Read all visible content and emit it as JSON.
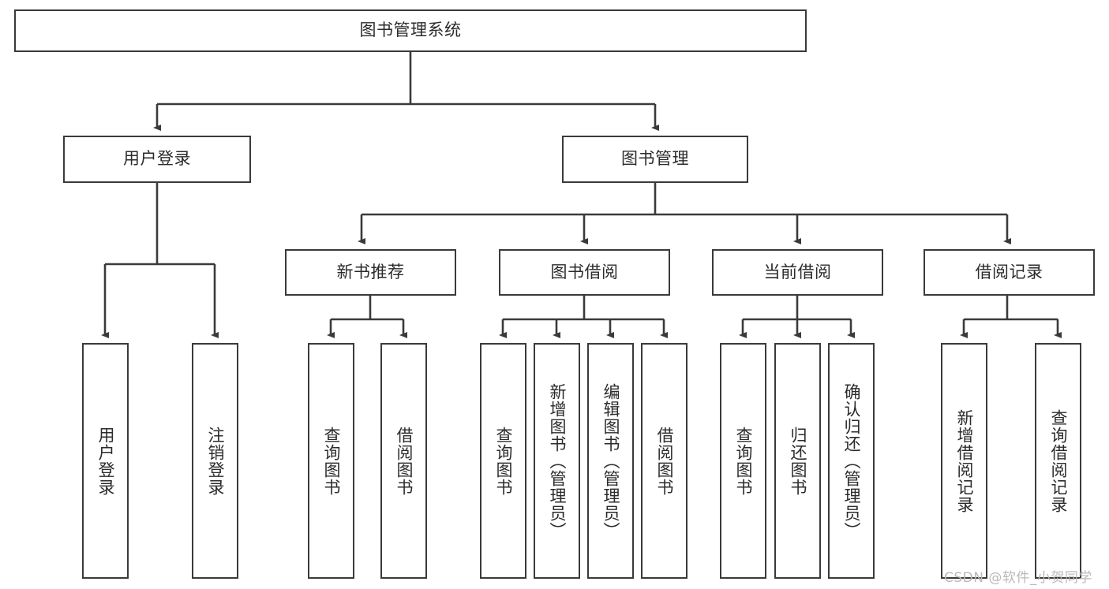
{
  "diagram": {
    "title": "图书管理系统",
    "type": "tree",
    "root": {
      "label": "图书管理系统"
    },
    "level2": [
      {
        "label": "用户登录"
      },
      {
        "label": "图书管理"
      }
    ],
    "level3": [
      {
        "label": "新书推荐"
      },
      {
        "label": "图书借阅"
      },
      {
        "label": "当前借阅"
      },
      {
        "label": "借阅记录"
      }
    ],
    "leaves": {
      "user_login": [
        {
          "label": "用户登录"
        },
        {
          "label": "注销登录"
        }
      ],
      "new_book_recommend": [
        {
          "label": "查询图书"
        },
        {
          "label": "借阅图书"
        }
      ],
      "book_borrow": [
        {
          "label": "查询图书"
        },
        {
          "label": "新增图书（管理员）"
        },
        {
          "label": "编辑图书（管理员）"
        },
        {
          "label": "借阅图书"
        }
      ],
      "current_borrow": [
        {
          "label": "查询图书"
        },
        {
          "label": "归还图书"
        },
        {
          "label": "确认归还（管理员）"
        }
      ],
      "borrow_record": [
        {
          "label": "新增借阅记录"
        },
        {
          "label": "查询借阅记录"
        }
      ]
    }
  },
  "watermark": {
    "text": "CSDN @软件_小贺同学"
  },
  "colors": {
    "stroke": "#3a3a3a",
    "background": "#ffffff",
    "text": "#2b2b2b",
    "watermark": "#b9b9b9"
  }
}
